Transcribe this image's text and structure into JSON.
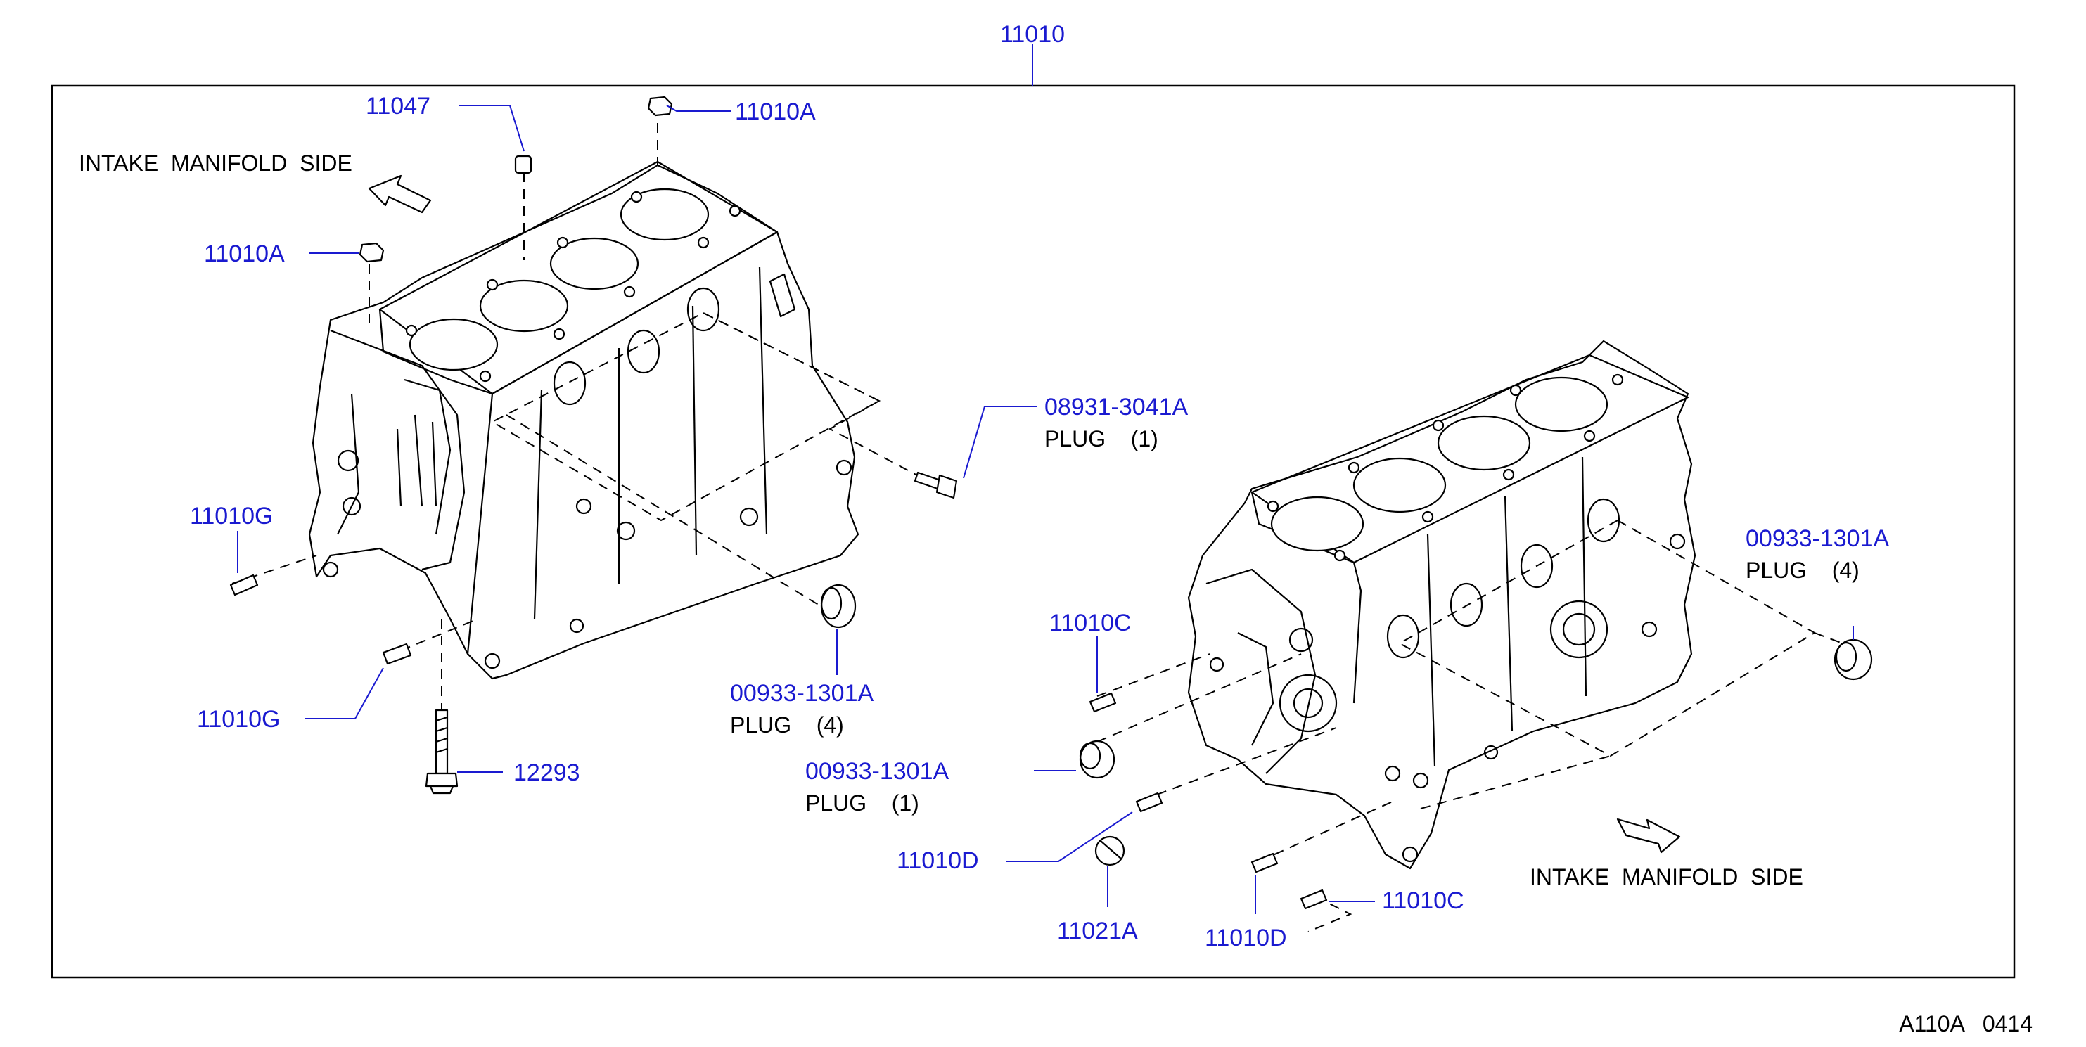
{
  "diagram": {
    "main_part": "11010",
    "labels": {
      "p11047": "11047",
      "p11010A_top": "11010A",
      "p11010A_left": "11010A",
      "intake_left": "INTAKE  MANIFOLD  SIDE",
      "intake_right": "INTAKE  MANIFOLD  SIDE",
      "p08931": "08931-3041A",
      "p08931_desc": "PLUG    (1)",
      "p11010G_upper": "11010G",
      "p11010G_lower": "11010G",
      "p12293": "12293",
      "p00933_mid": "00933-1301A",
      "p00933_mid_desc": "PLUG    (4)",
      "p00933_right": "00933-1301A",
      "p00933_right_desc": "PLUG    (4)",
      "p11010C_upper": "11010C",
      "p00933_low": "00933-1301A",
      "p00933_low_desc": "PLUG    (1)",
      "p11010D_left": "11010D",
      "p11021A": "11021A",
      "p11010D_bottom": "11010D",
      "p11010C_lower": "11010C"
    },
    "footer_code": "A110A   0414"
  }
}
